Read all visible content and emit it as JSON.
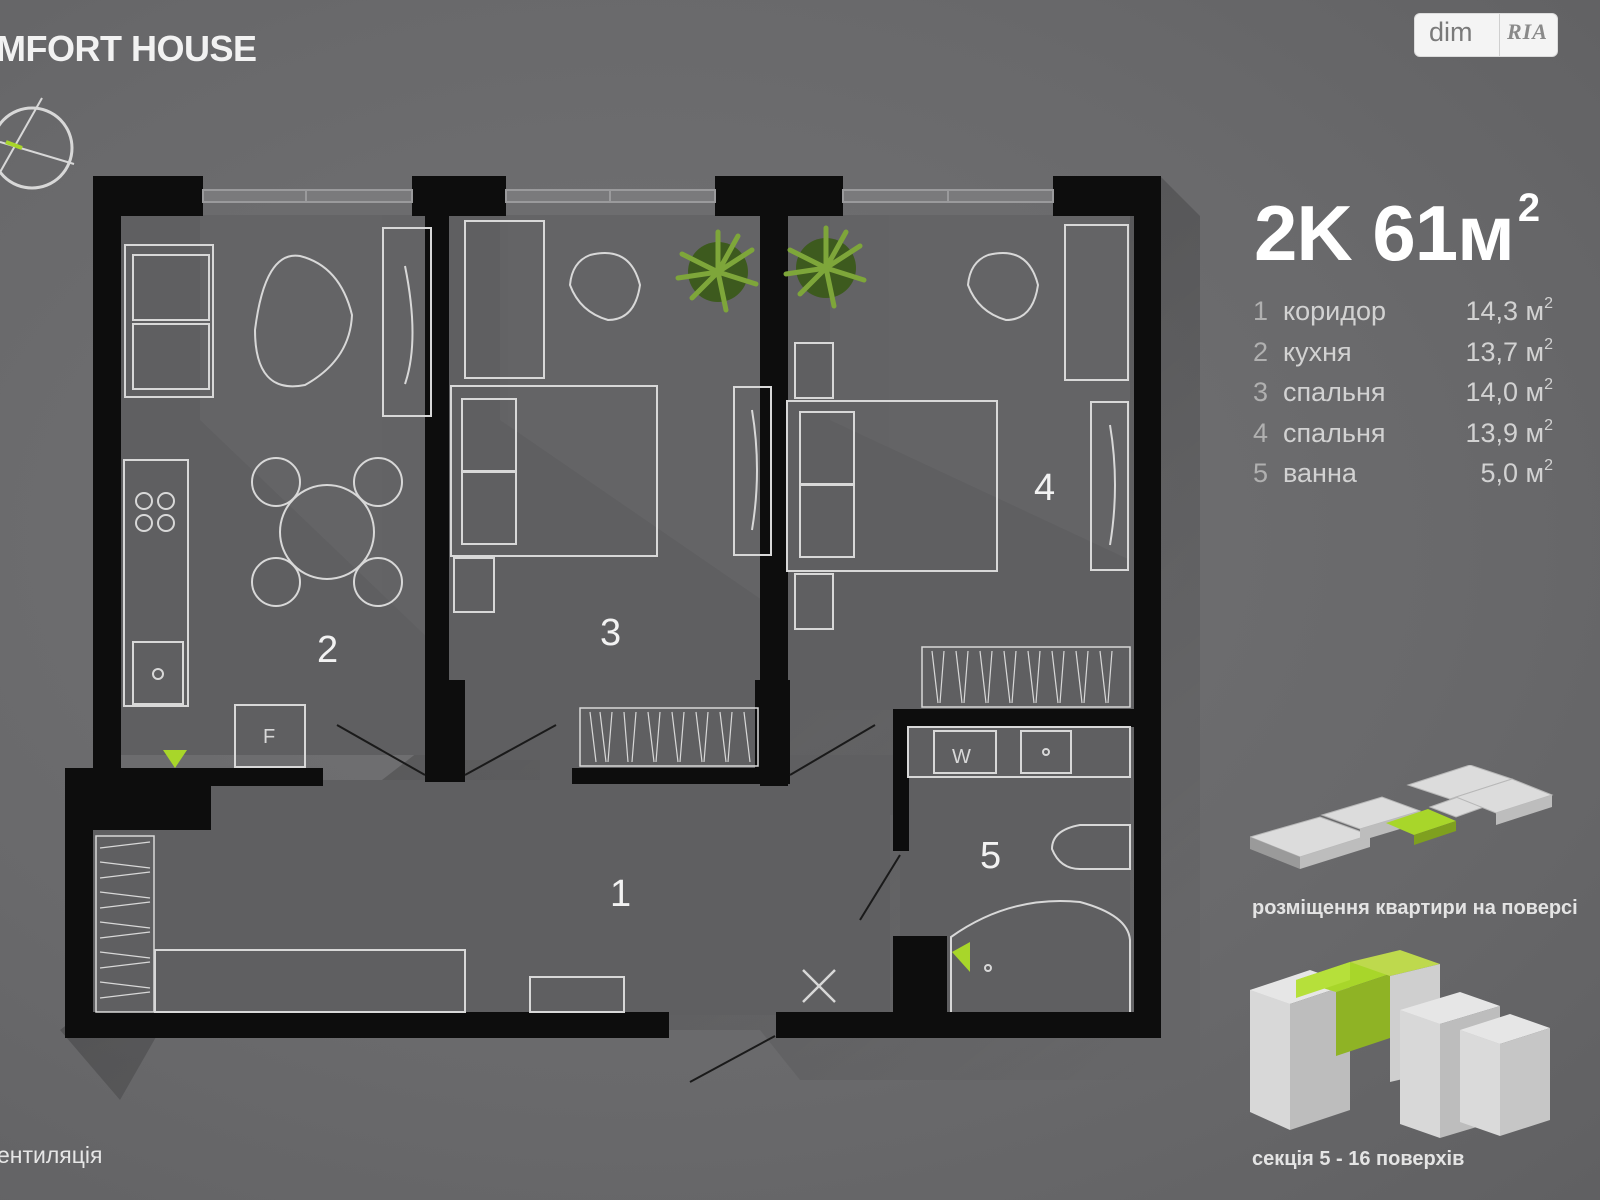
{
  "header": {
    "brand": "MFORT HOUSE"
  },
  "watermark": {
    "dim": "dim",
    "ria": "RIA"
  },
  "plan": {
    "title": "2K 61м",
    "title_sup": "2",
    "rooms": [
      {
        "num": "1",
        "name": "коридор",
        "area": "14,3 м",
        "unit_sup": "2"
      },
      {
        "num": "2",
        "name": "кухня",
        "area": "13,7 м",
        "unit_sup": "2"
      },
      {
        "num": "3",
        "name": "спальня",
        "area": "14,0 м",
        "unit_sup": "2"
      },
      {
        "num": "4",
        "name": "спальня",
        "area": "13,9 м",
        "unit_sup": "2"
      },
      {
        "num": "5",
        "name": "ванна",
        "area": "5,0 м",
        "unit_sup": "2"
      }
    ],
    "fixture_labels": {
      "fridge": "F",
      "washer": "W"
    },
    "accent_color": "#a8d62a",
    "wall_color": "#0d0d0d",
    "floor_color": "#5f5f61"
  },
  "legend": {
    "ventilation": "ентиляція"
  },
  "captions": {
    "floor_position": "розміщення квартири на поверсі",
    "section": "секція 5 - 16 поверхів"
  },
  "icons": [
    "compass-icon",
    "plant-icon",
    "ventilation-marker-icon",
    "cross-icon"
  ]
}
